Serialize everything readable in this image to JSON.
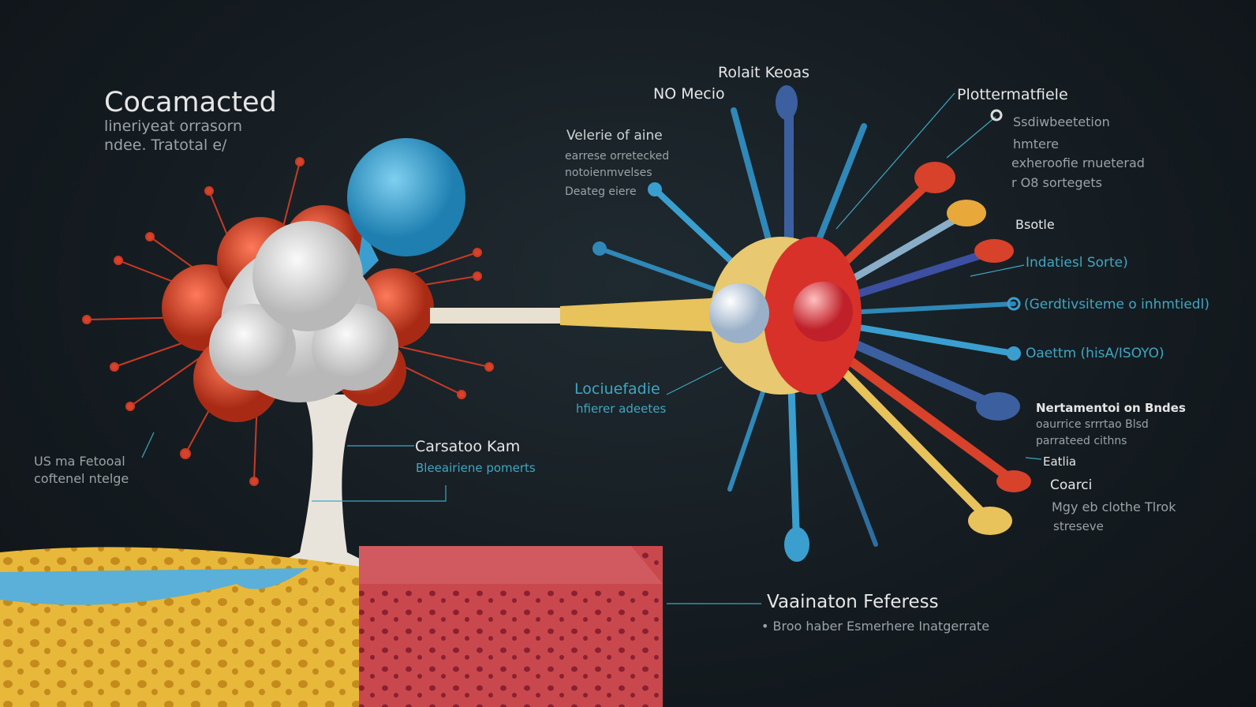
{
  "title": {
    "heading": "Cocamacted",
    "lines": [
      "lineriyeat orrasorn",
      "ndee. Tratotal e/"
    ]
  },
  "labels": {
    "rolait": "Rolait Keoas",
    "no_mecio": "NO Mecio",
    "velerie": {
      "heading": "Velerie of aine",
      "lines": [
        "earrese orretecked",
        "notoienmvelses",
        "Deateg eiere"
      ]
    },
    "plotter": "Plottermatfiele",
    "ssdiw": {
      "lines": [
        "Ssdiwbeetetion",
        "hmtere",
        "exheroofie rnueterad",
        "r O8 sortegets"
      ]
    },
    "bsotle": "Bsotle",
    "indaties": "Indatiesl Sorte)",
    "gerdti": "(Gerdtivsiteme o inhmtiedl)",
    "oaettm": "Oaettm (hisA/ISOYO)",
    "nertamen": {
      "heading": "Nertamentoi on Bndes",
      "lines": [
        "oaurrice srrrtao Blsd",
        "parrateed cithns"
      ]
    },
    "eatlia": "Eatlia",
    "coarci": {
      "heading": "Coarci",
      "lines": [
        "Mgy eb clothe Tlrok",
        "streseve"
      ]
    },
    "lociue": {
      "heading": "Lociuefadie",
      "lines": [
        "hfierer adeetes"
      ]
    },
    "carsatoo": {
      "heading": "Carsatoo Kam",
      "lines": [
        "Bleeairiene pomerts"
      ]
    },
    "usma": {
      "lines": [
        "US ma Fetooal",
        "coftenel ntelge"
      ]
    },
    "vaaina": {
      "heading": "Vaainaton Feferess",
      "lines": [
        "• Broo haber Esmerhere Inatgerrate"
      ]
    }
  },
  "colors": {
    "red": "#d8412a",
    "blue": "#3a9fcf",
    "yellow": "#e8c25a",
    "navy": "#3c5fa0",
    "teal": "#3fa6c2"
  }
}
